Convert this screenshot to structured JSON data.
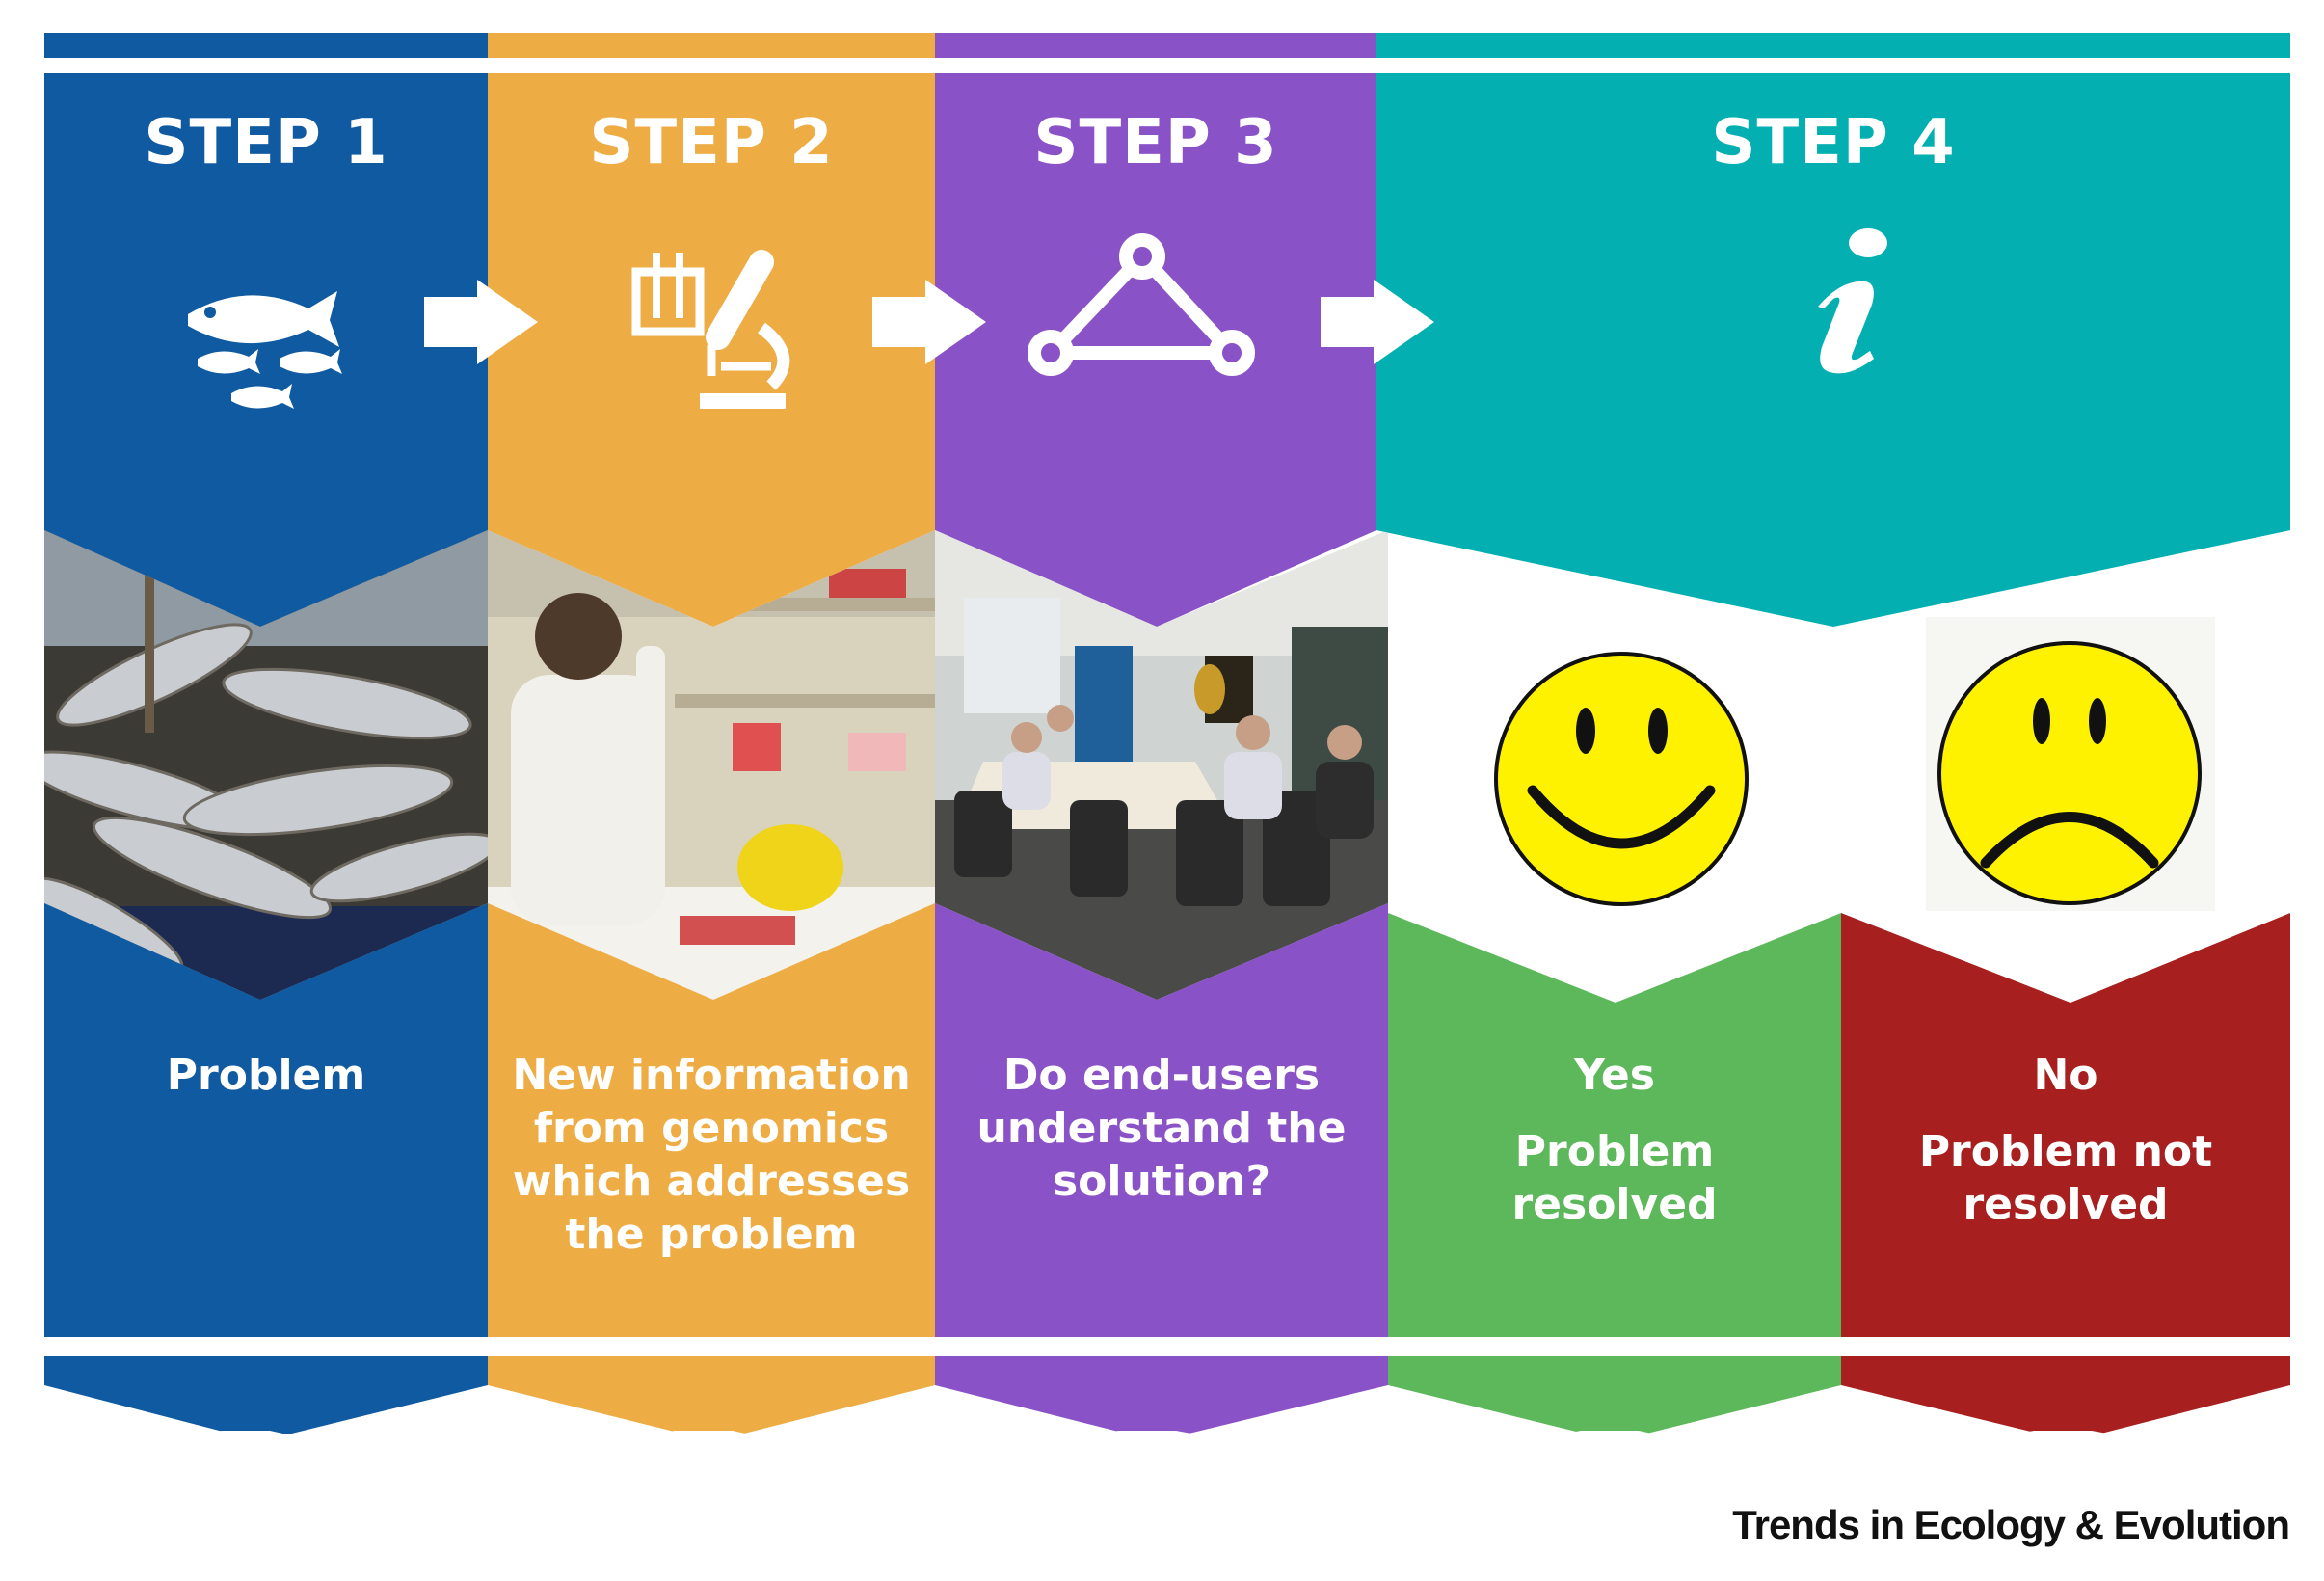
{
  "colors": {
    "step1": "#0f5aa0",
    "step2": "#eeac45",
    "step3": "#8a52c7",
    "step4": "#03afb0",
    "yes": "#5cb85a",
    "no": "#a81f1f",
    "smiley": "#fff200"
  },
  "steps": [
    {
      "title": "STEP 1",
      "icon": "fish-icon",
      "photo": "sharks-catch-photo",
      "caption": [
        "Problem"
      ]
    },
    {
      "title": "STEP 2",
      "icon": "microscope-icon",
      "photo": "laboratory-photo",
      "caption": [
        "New information",
        "from genomics",
        "which addresses",
        "the problem"
      ]
    },
    {
      "title": "STEP 3",
      "icon": "network-triangle-icon",
      "photo": "meeting-photo",
      "caption": [
        "Do end-users",
        "understand the",
        "solution?"
      ]
    },
    {
      "title": "STEP 4",
      "icon": "information-icon"
    }
  ],
  "outcomes": [
    {
      "answer": "Yes",
      "caption": [
        "Problem",
        "resolved"
      ],
      "icon": "happy-face-icon"
    },
    {
      "answer": "No",
      "caption": [
        "Problem not",
        "resolved"
      ],
      "icon": "sad-face-icon"
    }
  ],
  "journal": "Trends in Ecology & Evolution"
}
